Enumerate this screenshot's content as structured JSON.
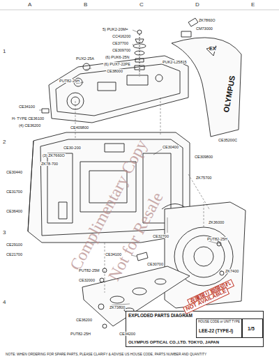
{
  "diagram": {
    "nodes": [
      {
        "text": [
          "EXPLODED PARTS DIAGRAM",
          "OLYMPUS OPTICAL CO.,LTD. TOKYO, JAPAN"
        ]
      },
      {
        "text": [
          "HOUSE CODE or UNIT TYPE",
          "LEE-22 (TYPE-I)"
        ],
        "in": 0
      },
      {
        "text": [
          "1/5"
        ],
        "in": 0
      }
    ],
    "labels": [
      "A",
      "B",
      "C",
      "D",
      "E",
      "1",
      "2",
      "3",
      "4",
      "5) PUK2-20M=",
      "CC416200",
      "CE37700",
      "CE309700",
      "(6) PUK6-25N",
      "(6) PUX7-22PE",
      "CE38000",
      "PUX2-25A",
      "PUT82-25H",
      "ZK7860O",
      "CM73000",
      "PUK2-L25815",
      "CE35200C",
      "CE34100",
      "H- TYPE CE36100",
      "(4) CE36200",
      "CE409800",
      "CE30-200",
      "(3) ZK7660O",
      "ZK78-700",
      "CE30440",
      "CE30400",
      "CE309800",
      "ZK75700",
      "CE31700",
      "CE36400",
      "CE29100",
      "CE21700",
      "CE32700",
      "ZK36000",
      "PUT82-25H",
      "CE34100",
      "CE30700",
      "ZK7400",
      "PUT82-25M",
      "CE32000",
      "ZK73800",
      "CE36200",
      "PUT82-25H",
      "CE34200",
      "Complimentary Copy",
      "Not for Resale",
      "在庫限り期限切れ",
      "NOT AVAILABLE",
      "NOTE: WHEN ORDERING FOR SPARE PARTS, PLEASE CLARIFY & ADVISE US HOUSE CODE, PARTS NUMBER AND QUANTITY",
      "OLYMPUS",
      "EX"
    ]
  }
}
